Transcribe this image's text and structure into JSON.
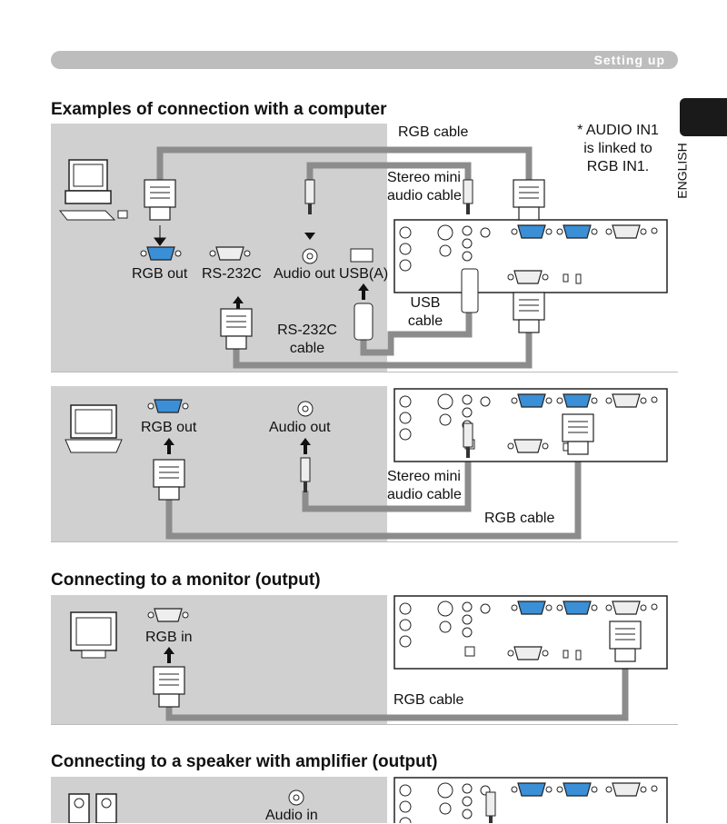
{
  "header": {
    "section": "Setting up"
  },
  "side": {
    "language": "ENGLISH"
  },
  "sections": {
    "computer_title": "Examples of connection with a computer",
    "monitor_title": "Connecting to a monitor (output)",
    "speaker_title": "Connecting to a speaker with amplifier (output)"
  },
  "panel1": {
    "rgb_cable": "RGB cable",
    "note_line1": "* AUDIO IN1",
    "note_line2": "is linked to",
    "note_line3": "RGB IN1.",
    "stereo_line1": "Stereo mini",
    "stereo_line2": "audio cable",
    "port_rgb_out": "RGB out",
    "port_rs232c": "RS-232C",
    "port_audio_out": "Audio out",
    "port_usb": "USB(A)",
    "usb_line1": "USB",
    "usb_line2": "cable",
    "rs232_line1": "RS-232C",
    "rs232_line2": "cable"
  },
  "panel2": {
    "port_rgb_out": "RGB out",
    "port_audio_out": "Audio out",
    "stereo_line1": "Stereo mini",
    "stereo_line2": "audio cable",
    "rgb_cable": "RGB cable"
  },
  "panel3": {
    "port_rgb_in": "RGB in",
    "rgb_cable": "RGB cable"
  },
  "panel4": {
    "port_audio_in": "Audio in"
  }
}
